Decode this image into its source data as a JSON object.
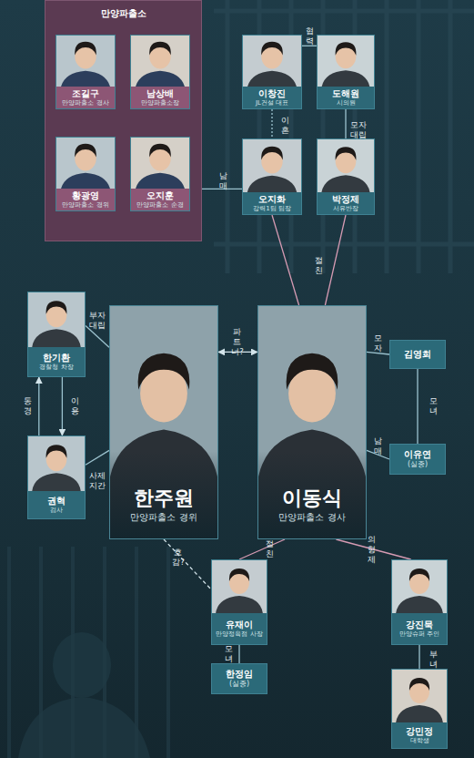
{
  "diagram": {
    "nodes": [
      {
        "text": [
          "만양파출소"
        ]
      },
      {
        "text": [
          "조길구",
          "만양파출소 경사"
        ],
        "in": 0
      },
      {
        "text": [
          "남상배",
          "만양파출소장"
        ],
        "in": 0
      },
      {
        "text": [
          "이창진",
          "JL건설 대표"
        ]
      },
      {
        "text": [
          "도해원",
          "시의원"
        ]
      },
      {
        "text": [
          "황광영",
          "만양파출소 경위"
        ],
        "in": 0
      },
      {
        "text": [
          "오지훈",
          "만양파출소 순경"
        ],
        "in": 0
      },
      {
        "text": [
          "오지화",
          "강력1팀 팀장"
        ]
      },
      {
        "text": [
          "박정제",
          "서유반장"
        ]
      },
      {
        "text": [
          "한기환",
          "경찰청 차장"
        ]
      },
      {
        "text": [
          "한주원",
          "만양파출소 경위"
        ]
      },
      {
        "text": [
          "이동식",
          "만양파출소 경사"
        ]
      },
      {
        "text": [
          "김영희"
        ]
      },
      {
        "text": [
          "권혁",
          "검사"
        ]
      },
      {
        "text": [
          "이유연",
          "(실종)"
        ]
      },
      {
        "text": [
          "유재이",
          "만양정육점 사장"
        ]
      },
      {
        "text": [
          "강진묵",
          "만양슈퍼 주인"
        ]
      },
      {
        "text": [
          "한정임",
          "(실종)"
        ]
      },
      {
        "text": [
          "강민정",
          "대학생"
        ]
      }
    ],
    "edges": [
      {
        "from": 3,
        "to": 4,
        "label": "협력",
        "arrow": "none"
      },
      {
        "from": 3,
        "to": 7,
        "label": "이혼",
        "arrow": "none"
      },
      {
        "from": 4,
        "to": 8,
        "label": "모자 대립",
        "arrow": "none"
      },
      {
        "from": 6,
        "to": 7,
        "label": "남매",
        "arrow": "none"
      },
      {
        "from": 7,
        "to": 11,
        "label": "절친",
        "arrow": "none"
      },
      {
        "from": 8,
        "to": 11,
        "arrow": "none"
      },
      {
        "from": 9,
        "to": 10,
        "label": "부자 대립",
        "arrow": "none"
      },
      {
        "from": 10,
        "to": 11,
        "label": "파트너?",
        "arrow": "both"
      },
      {
        "from": 13,
        "to": 9,
        "label": "동경",
        "arrow": "to"
      },
      {
        "from": 9,
        "to": 13,
        "label": "이용",
        "arrow": "to"
      },
      {
        "from": 13,
        "to": 10,
        "label": "사제 지간",
        "arrow": "none"
      },
      {
        "from": 11,
        "to": 12,
        "label": "모자",
        "arrow": "none"
      },
      {
        "from": 12,
        "to": 14,
        "label": "모녀",
        "arrow": "none"
      },
      {
        "from": 11,
        "to": 14,
        "label": "남매",
        "arrow": "none"
      },
      {
        "from": 10,
        "to": 15,
        "label": "호감?",
        "arrow": "none"
      },
      {
        "from": 11,
        "to": 15,
        "label": "절친",
        "arrow": "none"
      },
      {
        "from": 11,
        "to": 16,
        "label": "의형제",
        "arrow": "none"
      },
      {
        "from": 15,
        "to": 17,
        "label": "모녀",
        "arrow": "none"
      },
      {
        "from": 16,
        "to": 18,
        "label": "부녀",
        "arrow": "none"
      }
    ]
  }
}
